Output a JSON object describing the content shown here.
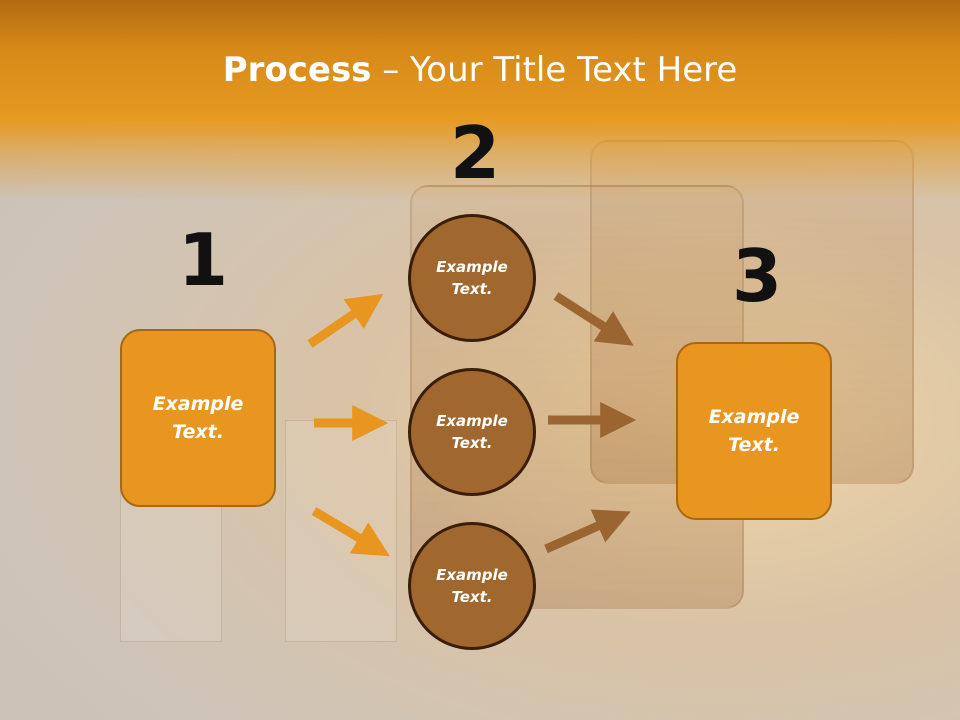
{
  "title": {
    "bold": "Process",
    "rest": " – Your Title Text Here"
  },
  "steps": {
    "n1": "1",
    "n2": "2",
    "n3": "3"
  },
  "nodes": {
    "box_left": {
      "line1": "Example",
      "line2": "Text."
    },
    "circle_top": {
      "line1": "Example",
      "line2": "Text."
    },
    "circle_mid": {
      "line1": "Example",
      "line2": "Text."
    },
    "circle_bot": {
      "line1": "Example",
      "line2": "Text."
    },
    "box_right": {
      "line1": "Example",
      "line2": "Text."
    }
  },
  "colors": {
    "box_fill": "#e8961f",
    "circle_fill": "#a0672f",
    "arrow_orange": "#e8961f",
    "arrow_brown": "#9a6530"
  }
}
